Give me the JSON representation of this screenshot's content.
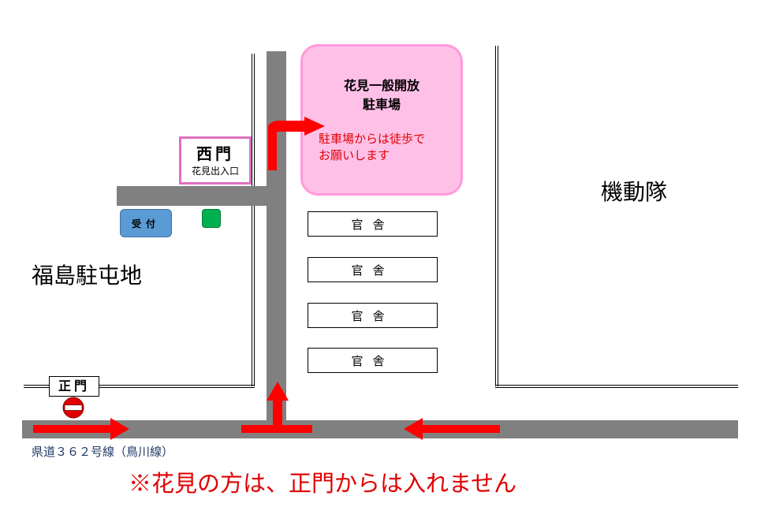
{
  "parking": {
    "title_line1": "花見一般開放",
    "title_line2": "駐車場",
    "note_line1": "駐車場からは徒歩で",
    "note_line2": "お願いします"
  },
  "west_gate": {
    "name": "西門",
    "sub": "花見出入口"
  },
  "reception": "受付",
  "main_gate": "正門",
  "area_left": "福島駐屯地",
  "area_right": "機動隊",
  "buildings": [
    "官舎",
    "官舎",
    "官舎",
    "官舎"
  ],
  "road_label": "県道３６２号線（鳥川線）",
  "notice": "※花見の方は、正門からは入れません",
  "colors": {
    "road": "#808080",
    "arrow": "#ff0000",
    "parking_fill": "#ffc0e8",
    "parking_border": "#ff99dd",
    "reception": "#5b9bd5",
    "green": "#00b050",
    "notice": "#e00000"
  }
}
